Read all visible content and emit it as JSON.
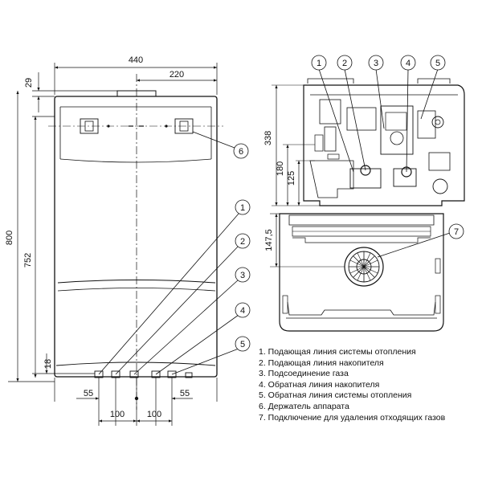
{
  "dimensions": {
    "width_total": "440",
    "half_width": "220",
    "top_offset": "29",
    "height_total": "800",
    "height_body": "752",
    "bottom_offset": "18",
    "left_conn": "55",
    "right_conn": "55",
    "spacing_left": "100",
    "spacing_right": "100",
    "side_depth": "338",
    "side_h1": "180",
    "side_h2": "125",
    "bottom_depth": "147,5"
  },
  "callouts": {
    "c1": "1",
    "c2": "2",
    "c3": "3",
    "c4": "4",
    "c5": "5",
    "c6": "6",
    "c7": "7"
  },
  "legend": [
    "1. Подающая линия системы отопления",
    "2. Подающая линия накопителя",
    "3. Подсоединение газа",
    "4. Обратная линия накопителя",
    "5. Обратная линия системы отопления",
    "6. Держатель аппарата",
    "7. Подключение для удаления отходящих газов"
  ]
}
